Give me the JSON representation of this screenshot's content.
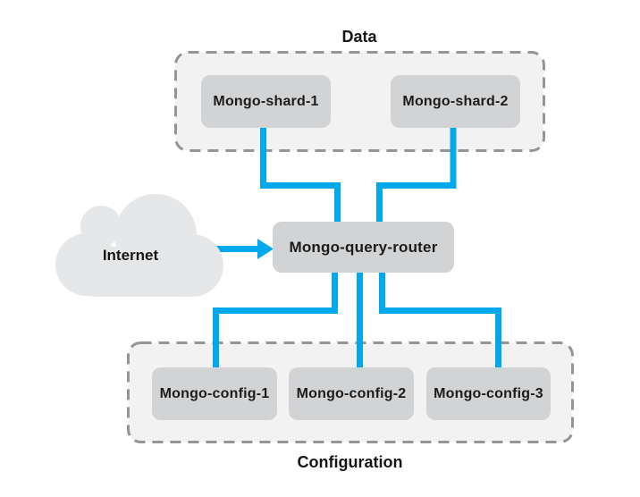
{
  "diagram": {
    "labels": {
      "data_group": "Data",
      "config_group": "Configuration",
      "internet": "Internet"
    },
    "nodes": {
      "router": {
        "label": "Mongo-query-router"
      },
      "shards": [
        {
          "label": "Mongo-shard-1"
        },
        {
          "label": "Mongo-shard-2"
        }
      ],
      "configs": [
        {
          "label": "Mongo-config-1"
        },
        {
          "label": "Mongo-config-2"
        },
        {
          "label": "Mongo-config-3"
        }
      ]
    },
    "icons": {
      "cloud": "internet-cloud-icon",
      "arrow": "flow-arrow-icon"
    },
    "colors": {
      "connector": "#00a8ec",
      "node_fill": "#d2d3d4",
      "group_fill": "#f2f2f3",
      "group_border": "#939598",
      "cloud_fill": "#e6e7e8",
      "text": "#1c1c1c",
      "background": "#ffffff"
    }
  }
}
